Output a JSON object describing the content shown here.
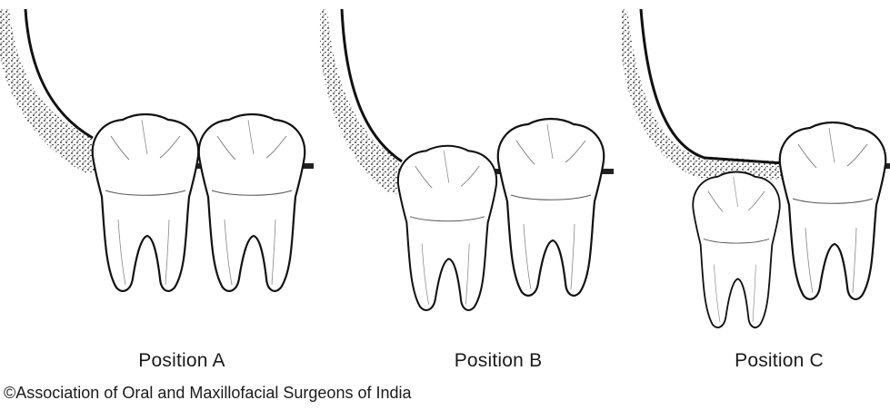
{
  "panels": [
    {
      "label": "Position A"
    },
    {
      "label": "Position B"
    },
    {
      "label": "Position C"
    }
  ],
  "copyright": "©Association of Oral and Maxillofacial Surgeons of India"
}
